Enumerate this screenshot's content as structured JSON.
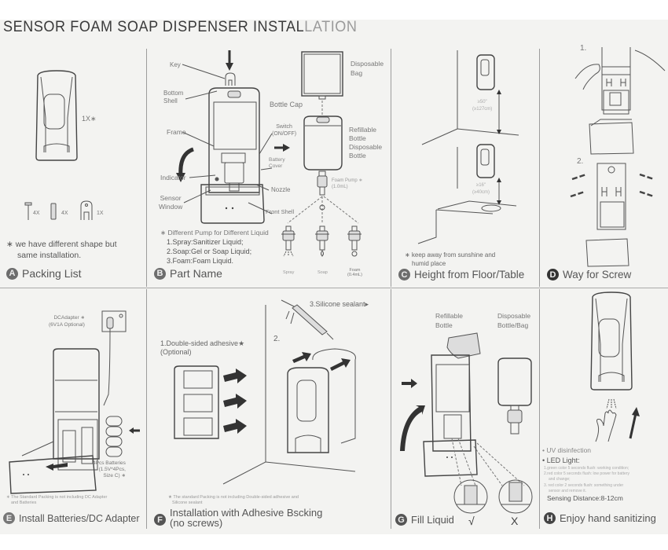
{
  "document": {
    "title_main": "SENSOR FOAM SOAP DISPENSER INSTAL",
    "title_fade": "LATION"
  },
  "panels": {
    "A": {
      "badge": "A",
      "caption": "Packing List",
      "dispenser_qty": "1X∗",
      "items": [
        {
          "icon": "screw-icon",
          "qty": "4X"
        },
        {
          "icon": "wall-anchor-icon",
          "qty": "4X"
        },
        {
          "icon": "key-icon",
          "qty": "1X"
        }
      ],
      "note_line1": "∗ we have different shape but",
      "note_line2": "same installation."
    },
    "B": {
      "badge": "B",
      "caption": "Part Name",
      "labels": {
        "key": "Key",
        "bottom_shell_1": "Bottom",
        "bottom_shell_2": "Shell",
        "frame": "Frame",
        "indicator": "Indicator",
        "sensor_window_1": "Sensor",
        "sensor_window_2": "Window",
        "switch_1": "Switch",
        "switch_2": "(ON/OFF)",
        "battery_cover_1": "Battery",
        "battery_cover_2": "Cover",
        "nozzle": "Nozzle",
        "front_shell": "Front Shell",
        "bottle_cap": "Bottle Cap",
        "disposable_bag_1": "Disposable",
        "disposable_bag_2": "Bag",
        "bottle_1": "Refillable",
        "bottle_2": "Bottle",
        "bottle_3": "Disposable",
        "bottle_4": "Bottle",
        "foam_pump_1": "Foam Pump ∗",
        "foam_pump_2": "(1.0mL)"
      },
      "pump_note": "∗ Different Pump for Different Liquid",
      "pump_list": [
        "1.Spray:Sanitizer Liquid;",
        "2.Soap:Gel or Soap Liquid;",
        "3.Foam:Foam Liquid."
      ],
      "pumps": [
        {
          "label": "Spray",
          "sub": ""
        },
        {
          "label": "Soap",
          "sub": ""
        },
        {
          "label": "Foam",
          "sub": "(0.4mL)"
        }
      ]
    },
    "C": {
      "badge": "C",
      "caption": "Height from Floor/Table",
      "floor_height_1": "≥50\"",
      "floor_height_2": "(≥127cm)",
      "table_height_1": "≥16\"",
      "table_height_2": "(≥40cm)",
      "note_line1": "∗ keep away from sunshine and",
      "note_line2": "humid place"
    },
    "D": {
      "badge": "D",
      "caption": "Way for Screw",
      "step1": "1.",
      "step2": "2."
    },
    "E": {
      "badge": "E",
      "caption": "Install Batteries/DC Adapter",
      "adapter_1": "DCAdapter ∗",
      "adapter_2": "(6V1A Optional)",
      "batteries_1": "4Pcs Batteries",
      "batteries_2": "(1.5V*4Pcs,",
      "batteries_3": "Size C)  ∗",
      "note_line1": "∗ The Standard Packing is not including DC Adapter",
      "note_line2": "and Batteries"
    },
    "F": {
      "badge": "F",
      "caption_line1": "Installation with Adhesive Bscking",
      "caption_line2": "(no screws)",
      "step1_1": "1.Double-sided adhesive★",
      "step1_2": "(Optional)",
      "step2": "2.",
      "step3": "3.Silicone sealant▸",
      "note_line1": "★ The standard Packing is not including Double-sided adhesive and",
      "note_line2": "Silicone sealant"
    },
    "G": {
      "badge": "G",
      "caption": "Fill Liquid",
      "refill_1": "Refillable",
      "refill_2": "Bottle",
      "disp_1": "Disposable",
      "disp_2": "Bottle/Bag",
      "correct_mark": "√",
      "wrong_mark": "X"
    },
    "H": {
      "badge": "H",
      "caption": "Enjoy hand sanitizing",
      "uv": "• UV disinfection",
      "led_title": "• LED Light:",
      "led_items": [
        "1.green color 5 seconds flush: working condition;",
        "2.red color 5 seconds flush: low power for battery",
        "and change;",
        "3. red color 2 seconds flush: something under",
        "sensor and remove it."
      ],
      "sensing": "Sensing Distance:8-12cm"
    }
  }
}
